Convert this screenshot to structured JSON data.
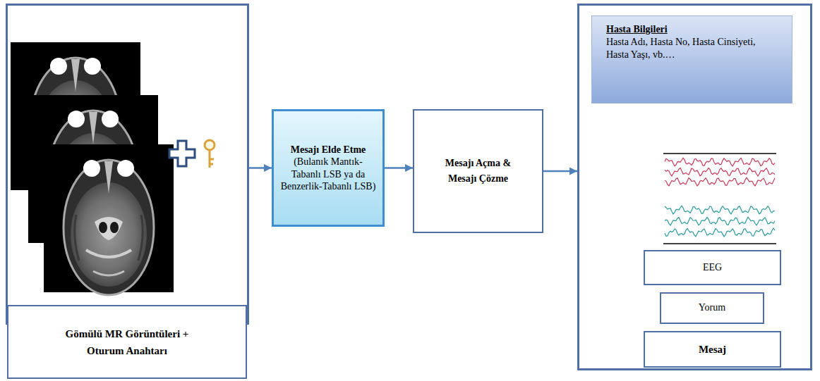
{
  "diagram": {
    "nodes": [
      {
        "text": [
          "Gömülü MR Görüntüleri + Oturum Anahtarı"
        ]
      },
      {
        "text": [
          "Mesajı Elde Etme",
          "(Bulanık Mantık-Tabanlı LSB ya da Benzerlik-Tabanlı LSB)"
        ]
      },
      {
        "text": [
          "Mesajı Açma & Mesajı Çözme"
        ]
      },
      {
        "text": [
          "Mesaj"
        ]
      },
      {
        "text": [
          "Hasta Bilgileri",
          "Hasta Adı, Hasta No, Hasta Cinsiyeti, Hasta Yaşı, vb.…"
        ],
        "in": 3
      },
      {
        "text": [
          "EEG"
        ],
        "in": 3
      },
      {
        "text": [
          "Yorum"
        ],
        "in": 3
      }
    ],
    "edges": [
      {
        "from": 0,
        "to": 1,
        "arrow": "to"
      },
      {
        "from": 1,
        "to": 2,
        "arrow": "to"
      },
      {
        "from": 2,
        "to": 3,
        "arrow": "to"
      }
    ]
  }
}
